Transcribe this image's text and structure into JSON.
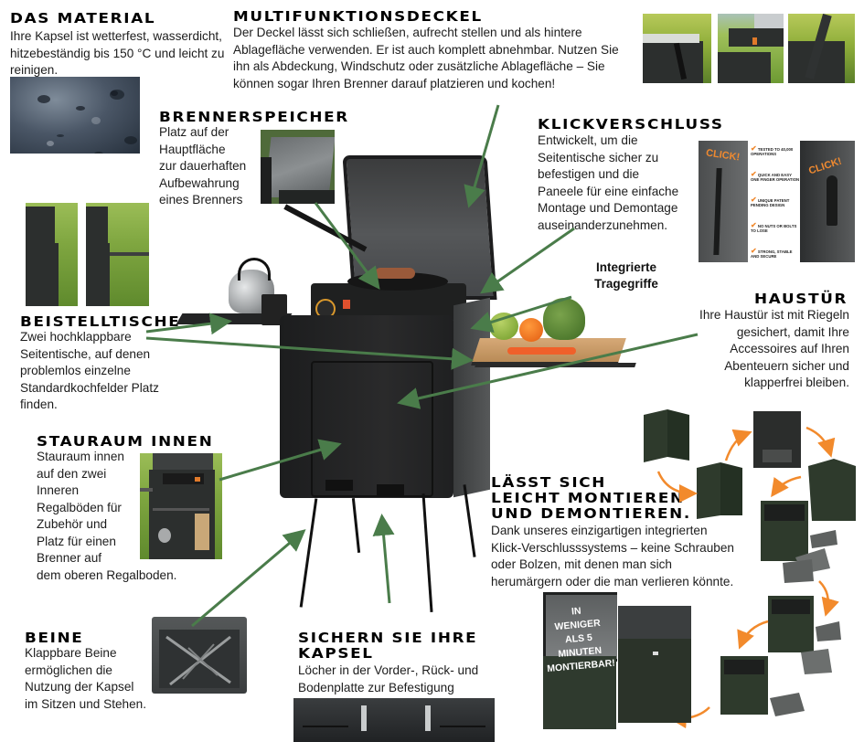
{
  "accent_colors": {
    "pointer_line": "#4a7c4a",
    "assembly_arrow": "#f28a2c",
    "heading": "#000000",
    "body_text": "#1c1c1c"
  },
  "sections": {
    "material": {
      "heading": "Das Material",
      "text": "Ihre Kapsel ist wetterfest, wasserdicht, hitzebeständig bis 150 °C und leicht zu reinigen."
    },
    "lid": {
      "heading": "Multifunktionsdeckel",
      "text": "Der Deckel lässt sich schließen, aufrecht stellen und als hintere Ablagefläche verwenden. Er ist auch komplett abnehmbar. Nutzen Sie ihn als Abdeckung, Windschutz oder zusätzliche Ablagefläche – Sie können sogar Ihren Brenner darauf platzieren und kochen!"
    },
    "burner_storage": {
      "heading": "Brennerspeicher",
      "lines": [
        "Platz auf der",
        "Hauptfläche",
        "zur dauerhaften",
        "Aufbewahrung",
        "eines Brenners"
      ]
    },
    "click_lock": {
      "heading": "Klickverschluss",
      "lines": [
        "Entwickelt, um die",
        "Seitentische sicher zu",
        "befestigen und die",
        "Paneele für eine einfache",
        "Montage und Demontage",
        "auseinanderzunehmen."
      ],
      "image_callout": "CLICK!",
      "image_features": [
        "Tested to 40,000 operations",
        "Quick and easy one finger operation",
        "Unique patent pending design",
        "No nuts or bolts to lose",
        "Strong, stable and secure"
      ]
    },
    "carry_handles": {
      "lines": [
        "Integrierte",
        "Tragegriffe"
      ]
    },
    "front_door": {
      "heading": "Haustür",
      "lines": [
        "Ihre Haustür ist mit Riegeln",
        "gesichert, damit Ihre",
        "Accessoires auf Ihren",
        "Abenteuern sicher und",
        "klapperfrei bleiben."
      ]
    },
    "side_tables": {
      "heading": "Beistelltische",
      "lines": [
        "Zwei hochklappbare",
        "Seitentische, auf denen",
        "problemlos einzelne",
        "Standardkochfelder Platz",
        "finden."
      ]
    },
    "interior_storage": {
      "heading": "Stauraum innen",
      "lines": [
        "Stauraum innen",
        "auf den zwei",
        "Inneren",
        "Regalböden für",
        "Zubehör und",
        "Platz für einen",
        "Brenner auf",
        "dem oberen Regalboden."
      ]
    },
    "legs": {
      "heading": "Beine",
      "lines": [
        "Klappbare Beine",
        "ermöglichen die",
        "Nutzung der Kapsel",
        "im Sitzen und Stehen."
      ]
    },
    "secure": {
      "heading_lines": [
        "Sichern Sie Ihre",
        "Kapsel"
      ],
      "lines": [
        "Löcher in der Vorder-, Rück- und",
        "Bodenplatte zur Befestigung"
      ]
    },
    "assembly": {
      "heading_lines": [
        "Lässt sich",
        "leicht montieren",
        "und demontieren."
      ],
      "lines": [
        "Dank unseres einzigartigen integrierten",
        "Klick-Verschlusssystems – keine Schrauben",
        "oder Bolzen, mit denen man sich",
        "herumärgern oder die man verlieren könnte."
      ],
      "badge_lines": [
        "IN",
        "WENIGER",
        "ALS 5",
        "MINUTEN",
        "MONTIERBAR!"
      ]
    }
  },
  "images": {
    "material": "wet-surface-photo",
    "lid_photos": [
      "lid-hinge-closed-photo",
      "lid-hinge-burner-photo",
      "lid-hinge-open-photo"
    ],
    "burner_storage": "burner-storage-photo",
    "click_lock": "click-lock-photo",
    "side_tables": [
      "side-table-folded-photo",
      "side-table-open-photo"
    ],
    "interior_storage": "interior-storage-photo",
    "legs": "folded-legs-photo",
    "secure": "mounting-holes-photo",
    "product": "camp-kitchen-product-photo",
    "assembly_steps": [
      "step-1",
      "step-2",
      "step-3",
      "step-4",
      "step-5",
      "step-6",
      "step-7",
      "assembled-open",
      "assembled-closed"
    ]
  }
}
